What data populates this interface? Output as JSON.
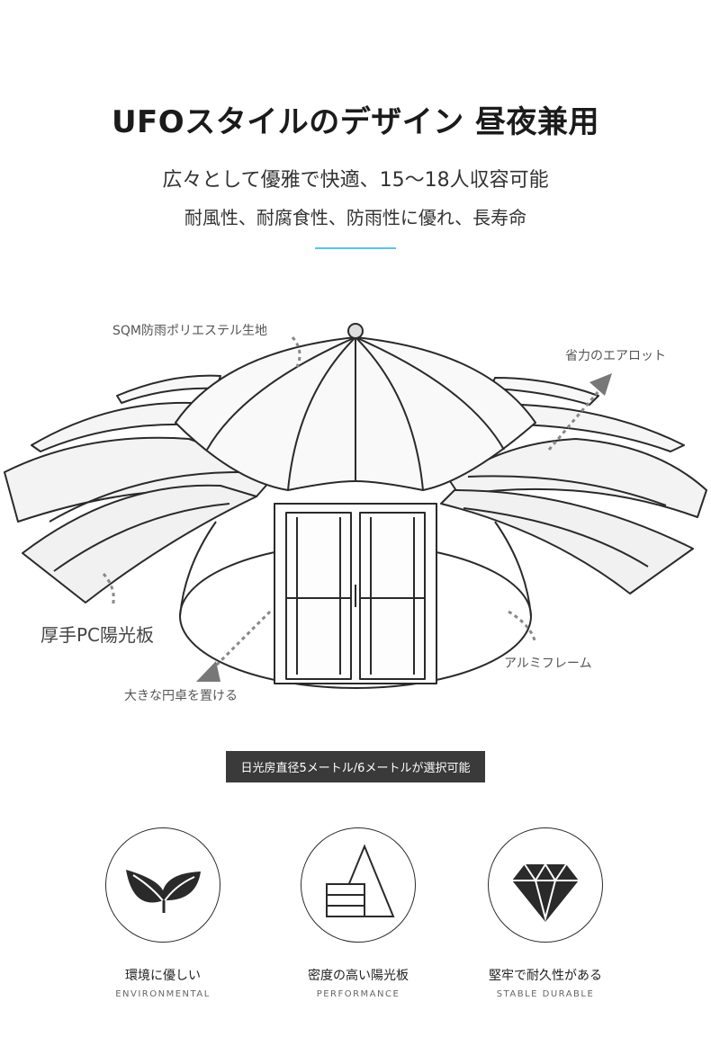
{
  "header": {
    "title": "UFOスタイルのデザイン 昼夜兼用",
    "subtitle1": "広々として優雅で快適、15〜18人収容可能",
    "subtitle2": "耐風性、耐腐食性、防雨性に優れ、長寿命"
  },
  "callouts": {
    "fabric": "SQM防雨ポリエステル生地",
    "vent": "省力のエアロット",
    "pc_panel": "厚手PC陽光板",
    "frame": "アルミフレーム",
    "table": "大きな円卓を置ける"
  },
  "banner": {
    "text": "日光房直径5メートル/6メートルが選択可能"
  },
  "features": [
    {
      "icon": "leaf-icon",
      "title": "環境に優しい",
      "subtitle": "ENVIRONMENTAL"
    },
    {
      "icon": "triangle-panel-icon",
      "title": "密度の高い陽光板",
      "subtitle": "PERFORMANCE"
    },
    {
      "icon": "diamond-icon",
      "title": "堅牢で耐久性がある",
      "subtitle": "STABLE DURABLE"
    }
  ],
  "colors": {
    "accent": "#5ec3e6",
    "banner_bg": "#3a3a3a",
    "line": "#2a2a2a"
  }
}
